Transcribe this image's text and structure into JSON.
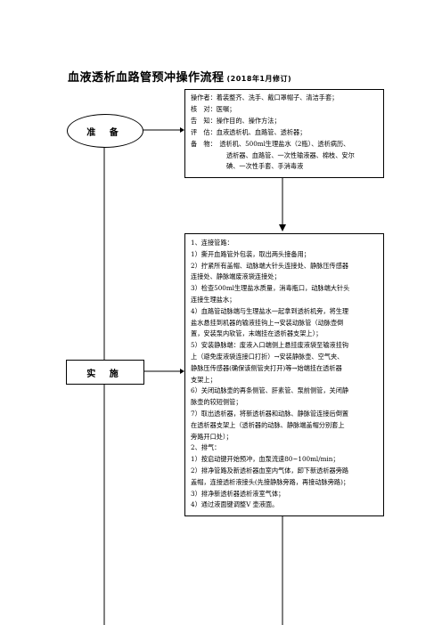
{
  "title": {
    "main": "血液透析血路管预冲操作流程",
    "revision": "(2018年1月修订)"
  },
  "stages": {
    "prepare": "准 备",
    "implement": "实 施"
  },
  "prep_box": [
    "操作者：着装整齐、洗手、戴口罩帽子、清洁手套；",
    "核　对：医嘱；",
    "告　知：操作目的、操作方法；",
    "评　估：血液透析机、血路管、透析器；",
    "备　物：　透析机、500ml生理盐水（2瓶）、透析病历、",
    "透析器、血路管、一次性输液器、棉枝、安尔",
    "碘、一次性手套、手消毒液"
  ],
  "impl_box": [
    "1、连接管路：",
    "1）撕开血路管外包装，取出两头接备用；",
    "2）拧紧所有盖帽、动脉端大针头连接处、静脉压传感器",
    "连接处、静脉端废液袋连接处；",
    "3）检查500ml生理盐水质量，消毒瓶口，动脉端大针头",
    "连接生理盐水；",
    "4）血路管动脉端与生理盐水一起拿到透析机旁，将生理",
    "盐水悬挂到机器的输液挂钩上→安装动脉管（动脉壶倒",
    "置，安装泵内软管，末端挂在透析器支架上）；",
    "5）安装静脉端：废液入口端侧上悬挂废液袋至输液挂钩",
    "上（避免废液袋连接口打折）→安装静脉壶、空气夹、",
    "静脉压传感器(确保该侧管夹打开)等→始端挂在透析器",
    "支架上；",
    "6）关闭动脉壶的再条侧管、肝素管、泵前侧管，关闭静",
    "脉壶的较短侧管；",
    "7）取出透析器，将新透析器和动脉、静脉管连接后倒置",
    "在透析器支架上（透析器的动脉、静脉端盖帽分别套上",
    "旁路开口处）；",
    "2、排气：",
    "1）按启动键开始预冲，血泵流速80~100ml/min；",
    "2）排净管路及新透析器血室内气体，卸下新透析器旁路",
    "盖帽，连接透析液接头(先接静脉旁路，再接动脉旁路)；",
    "3）排净新透析器透析液室气体；",
    "4）通过液面键调整V 壶液面。"
  ]
}
